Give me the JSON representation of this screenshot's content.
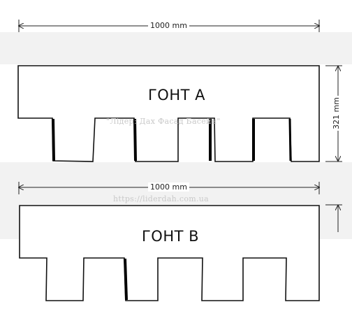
{
  "dimensions": {
    "top_width": "1000 mm",
    "bottom_width": "1000 mm",
    "height": "321 mm"
  },
  "shingles": {
    "a": {
      "label": "ГОНТ А"
    },
    "b": {
      "label": "ГОНТ В"
    }
  },
  "watermarks": {
    "company": "\"Лідер: Дах Фасад Басейн\"",
    "url": "https://liderdah.com.ua"
  }
}
